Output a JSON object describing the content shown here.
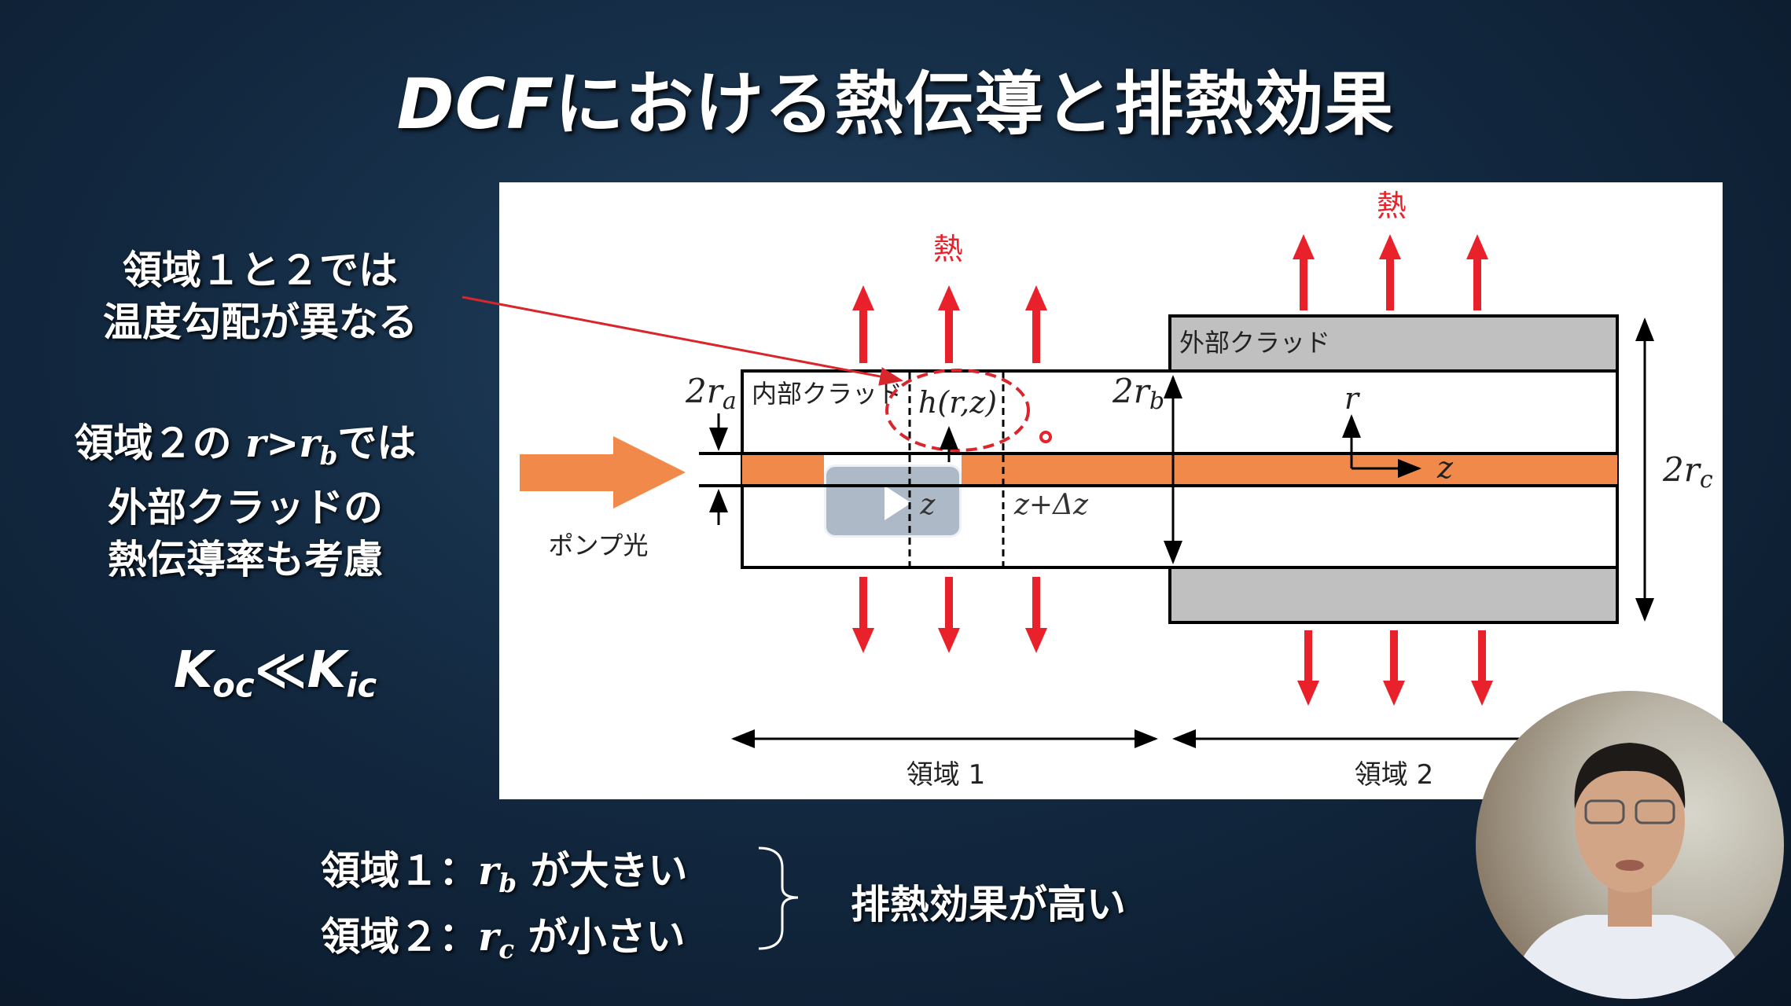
{
  "slide": {
    "title_italic": "DCF",
    "title_rest": "における熱伝導と排熱効果"
  },
  "left_notes": {
    "note1_line1": "領域１と２では",
    "note1_line2": "温度勾配が異なる",
    "note2_line1_pre": "領域２の ",
    "note2_line1_r": "r",
    "note2_line1_gt": ">",
    "note2_line1_rb": "r",
    "note2_line1_rb_sub": "b",
    "note2_line1_post": "では",
    "note2_line2": "外部クラッドの",
    "note2_line3": "熱伝導率も考慮",
    "k_left": "K",
    "k_left_sub": "oc",
    "k_rel": "≪",
    "k_right": "K",
    "k_right_sub": "ic"
  },
  "bottom": {
    "row1_label": "領域１：",
    "row1_var": "r",
    "row1_sub": "b",
    "row1_text": " が大きい",
    "row2_label": "領域２：",
    "row2_var": "r",
    "row2_sub": "c",
    "row2_text": " が小さい",
    "conclusion": "排熱効果が高い"
  },
  "diagram": {
    "heat_label_1": "熱",
    "heat_label_2": "熱",
    "inner_clad": "内部クラッド",
    "outer_clad": "外部クラッド",
    "pump_light": "ポンプ光",
    "ra": "2r",
    "ra_sub": "a",
    "rb": "2r",
    "rb_sub": "b",
    "rc": "2r",
    "rc_sub": "c",
    "h_func": "h(r,z)",
    "z": "z",
    "z_dz": "z+Δz",
    "axis_r": "r",
    "axis_z": "z",
    "region1": "領域 1",
    "region2": "領域 2",
    "colors": {
      "heat": "#e8212b",
      "core": "#f0894a",
      "outer_clad": "#c0c0c0",
      "callout": "#d8262c"
    }
  },
  "video": {
    "play_icon": "play-icon"
  }
}
